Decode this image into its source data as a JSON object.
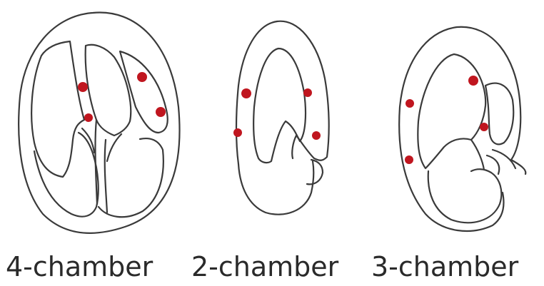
{
  "views": [
    {
      "label": "4-chamber",
      "marker_color": "#c0161f"
    },
    {
      "label": "2-chamber",
      "marker_color": "#c0161f"
    },
    {
      "label": "3-chamber",
      "marker_color": "#c0161f"
    }
  ]
}
